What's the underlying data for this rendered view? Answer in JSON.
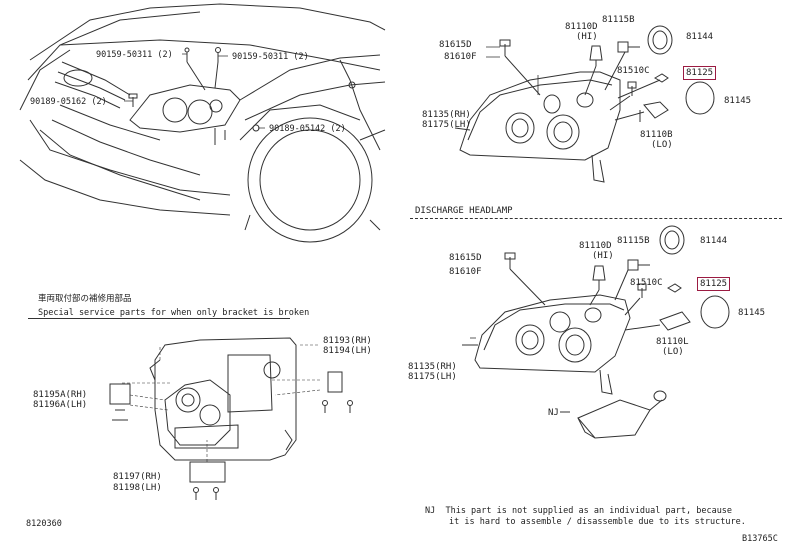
{
  "car_view": {
    "callouts": [
      {
        "id": "c1",
        "text": "90159-50311 (2)"
      },
      {
        "id": "c2",
        "text": "90159-50311 (2)"
      },
      {
        "id": "c3",
        "text": "90189-05162 (2)"
      },
      {
        "id": "c4",
        "text": "90189-05142 (2)"
      }
    ]
  },
  "headlamp_top": {
    "labels": {
      "p81615d": "81615D",
      "p81610f": "81610F",
      "p81110d": "81110D",
      "p81110d_note": "(HI)",
      "p81115b": "81115B",
      "p81144": "81144",
      "p81510c": "81510C",
      "p81125": "81125",
      "p81145": "81145",
      "p81135": "81135(RH)",
      "p81175": "81175(LH)",
      "p81110b": "81110B",
      "p81110b_note": "(LO)"
    }
  },
  "discharge": {
    "title": "DISCHARGE HEADLAMP",
    "labels": {
      "p81615d": "81615D",
      "p81610f": "81610F",
      "p81110d": "81110D",
      "p81110d_note": "(HI)",
      "p81115b": "81115B",
      "p81144": "81144",
      "p81510c": "81510C",
      "p81125": "81125",
      "p81145": "81145",
      "p81135": "81135(RH)",
      "p81175": "81175(LH)",
      "p81110l": "81110L",
      "p81110l_note": "(LO)",
      "nj": "NJ"
    }
  },
  "service": {
    "title_jp": "車両取付部の補修用部品",
    "title_en": "Special service parts for when only bracket is broken",
    "labels": {
      "p81193": "81193(RH)",
      "p81194": "81194(LH)",
      "p81195a": "81195A(RH)",
      "p81196a": "81196A(LH)",
      "p81197": "81197(RH)",
      "p81198": "81198(LH)"
    }
  },
  "footer": {
    "left_code": "8120360",
    "note_line1": "NJ  This part is not supplied as an individual part, because",
    "note_line2": "it is hard to assemble / disassemble due to its structure.",
    "right_code": "B13765C"
  },
  "colors": {
    "highlight": "#9b1b42",
    "line": "#222222"
  }
}
